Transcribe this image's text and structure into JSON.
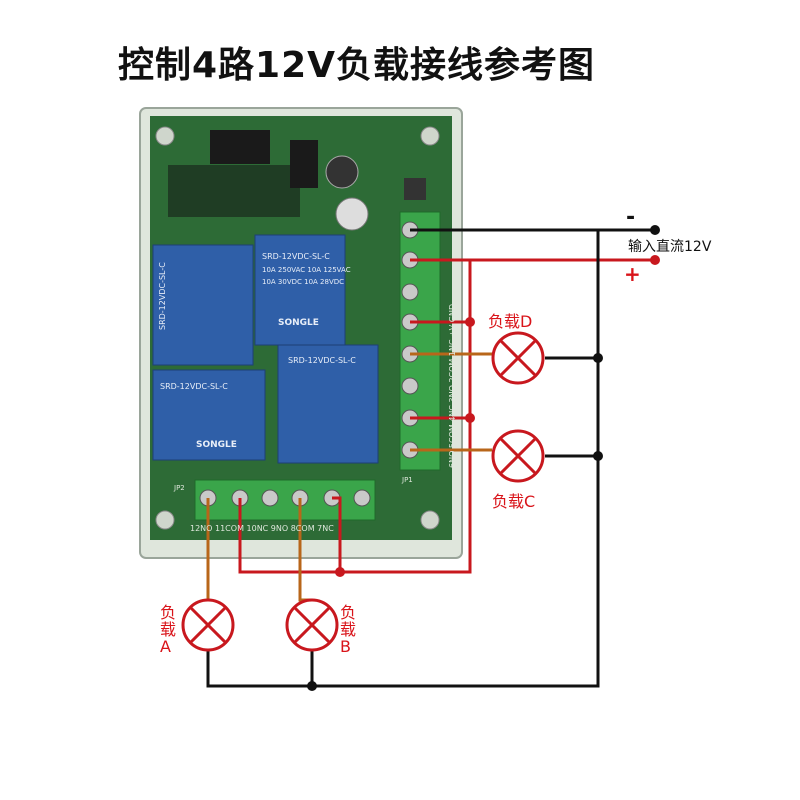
{
  "title": "控制4路12V负载接线参考图",
  "power": {
    "input_label": "输入直流12V",
    "minus": "-",
    "plus": "+"
  },
  "loads": {
    "a_line1": "负",
    "a_line2": "载",
    "a_line3": "A",
    "b_line1": "负",
    "b_line2": "载",
    "b_line3": "B",
    "c": "负载C",
    "d": "负载D"
  },
  "board": {
    "right_terminal_labels": "6NO 5COM 4NC 3NO 2COM 1NC +V GND",
    "bottom_terminal_labels": "12NO 11COM 10NC 9NO 8COM 7NC",
    "relay_text_1": "SRD-12VDC-SL-C",
    "relay_text_2": "10A 250VAC  10A 125VAC",
    "relay_text_3": "10A 30VDC  10A 28VDC",
    "relay_brand": "SONGLE",
    "jp1": "JP1",
    "jp2": "JP2"
  },
  "colors": {
    "wire_black": "#111111",
    "wire_red": "#c8181e",
    "wire_brown": "#b8661a",
    "board_green": "#2d6b36",
    "relay_blue": "#2f5fa8",
    "terminal_green": "#3aa54a"
  }
}
